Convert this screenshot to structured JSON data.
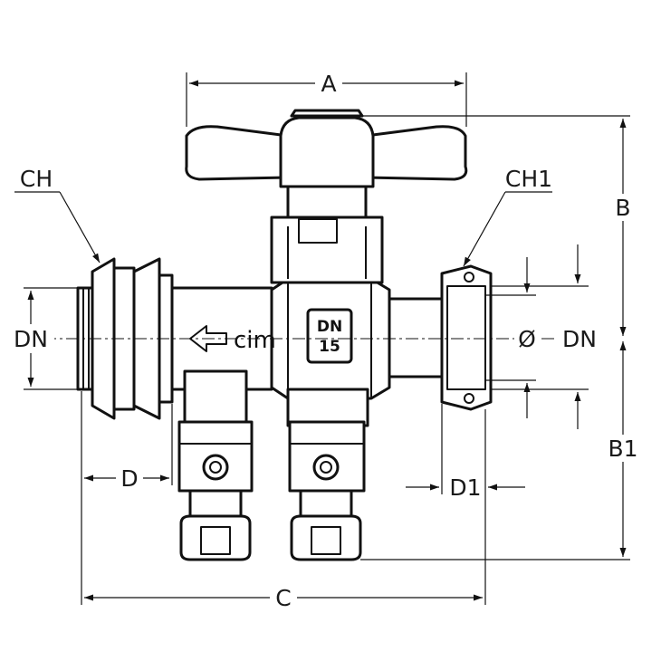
{
  "labels": {
    "A": "A",
    "B": "B",
    "B1": "B1",
    "C": "C",
    "CH": "CH",
    "CH1": "CH1",
    "D": "D",
    "D1": "D1",
    "DN_left": "DN",
    "DN_right": "DN",
    "diameter": "Ø"
  },
  "marking": {
    "line1": "DN",
    "line2": "15"
  },
  "logo": "cim"
}
